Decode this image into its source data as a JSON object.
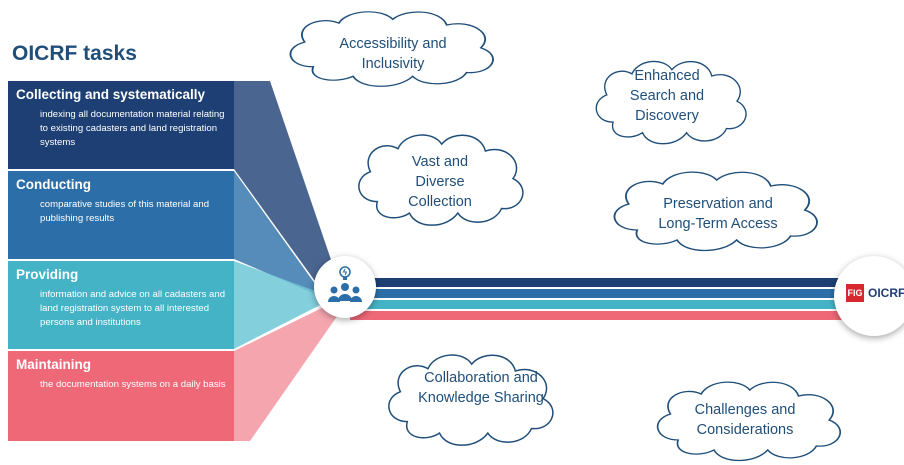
{
  "title": "OICRF tasks",
  "tasks": [
    {
      "head": "Collecting and systematically",
      "desc": "indexing all documentation material relating to existing cadasters and land registration systems",
      "color": "#1d3f73"
    },
    {
      "head": "Conducting",
      "desc": "comparative studies of this material and publishing results",
      "color": "#2c6fa8"
    },
    {
      "head": "Providing",
      "desc": "information and advice on all cadasters and land registration system to all interested persons and institutions",
      "color": "#45b3c6"
    },
    {
      "head": "Maintaining",
      "desc": "the documentation systems on a daily basis",
      "color": "#ef6878"
    }
  ],
  "clouds": {
    "accessibility": "Accessibility and Inclusivity",
    "search": "Enhanced Search and Discovery",
    "vast": "Vast and Diverse Collection",
    "preservation": "Preservation and Long-Term Access",
    "collaboration": "Collaboration and Knowledge Sharing",
    "challenges": "Challenges and Considerations"
  },
  "hub_icon": "team-idea-icon",
  "logo": {
    "mark": "FIG",
    "name": "OICRF"
  }
}
